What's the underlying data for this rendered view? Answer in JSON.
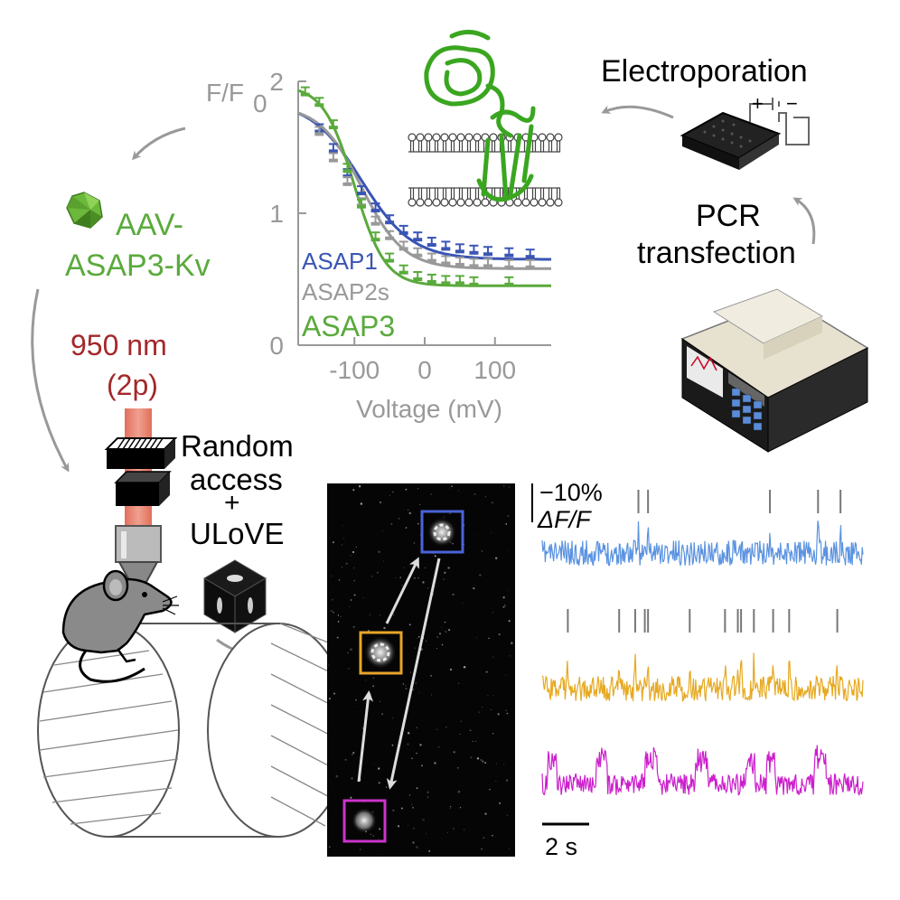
{
  "chart_data": {
    "type": "line",
    "ylabel_main": "F/F",
    "ylabel_sub": "0",
    "xlabel": "Voltage (mV)",
    "xlim": [
      -180,
      180
    ],
    "ylim": [
      0,
      2
    ],
    "x_ticks": [
      -100,
      0,
      100
    ],
    "x_tick_labels": [
      "-100",
      "0",
      "100"
    ],
    "y_ticks": [
      0,
      1,
      2
    ],
    "y_tick_labels": [
      "0",
      "1",
      "2"
    ],
    "series": [
      {
        "name": "ASAP1",
        "color": "#3a55b4",
        "fit": {
          "top": 1.85,
          "bottom": 0.65,
          "v_half": -90,
          "slope": 36
        },
        "points": [
          {
            "x": -150,
            "y": 1.62
          },
          {
            "x": -130,
            "y": 1.47
          },
          {
            "x": -110,
            "y": 1.28
          },
          {
            "x": -90,
            "y": 1.15
          },
          {
            "x": -70,
            "y": 1.02
          },
          {
            "x": -50,
            "y": 0.93
          },
          {
            "x": -30,
            "y": 0.85
          },
          {
            "x": -10,
            "y": 0.8
          },
          {
            "x": 10,
            "y": 0.76
          },
          {
            "x": 30,
            "y": 0.73
          },
          {
            "x": 50,
            "y": 0.71
          },
          {
            "x": 70,
            "y": 0.7
          },
          {
            "x": 90,
            "y": 0.69
          },
          {
            "x": 120,
            "y": 0.68
          },
          {
            "x": 150,
            "y": 0.67
          }
        ]
      },
      {
        "name": "ASAP2s",
        "color": "#999999",
        "fit": {
          "top": 1.82,
          "bottom": 0.58,
          "v_half": -90,
          "slope": 30
        },
        "points": [
          {
            "x": -150,
            "y": 1.6
          },
          {
            "x": -130,
            "y": 1.4
          },
          {
            "x": -110,
            "y": 1.22
          },
          {
            "x": -90,
            "y": 1.06
          },
          {
            "x": -70,
            "y": 0.92
          },
          {
            "x": -50,
            "y": 0.81
          },
          {
            "x": -30,
            "y": 0.73
          },
          {
            "x": -10,
            "y": 0.68
          },
          {
            "x": 10,
            "y": 0.64
          },
          {
            "x": 30,
            "y": 0.62
          },
          {
            "x": 50,
            "y": 0.61
          },
          {
            "x": 70,
            "y": 0.6
          },
          {
            "x": 90,
            "y": 0.6
          },
          {
            "x": 120,
            "y": 0.59
          },
          {
            "x": 150,
            "y": 0.59
          }
        ]
      },
      {
        "name": "ASAP3",
        "color": "#5aaa3c",
        "fit": {
          "top": 1.97,
          "bottom": 0.45,
          "v_half": -100,
          "slope": 22
        },
        "points": [
          {
            "x": -170,
            "y": 1.9
          },
          {
            "x": -150,
            "y": 1.82
          },
          {
            "x": -130,
            "y": 1.65
          },
          {
            "x": -110,
            "y": 1.32
          },
          {
            "x": -90,
            "y": 1.05
          },
          {
            "x": -70,
            "y": 0.8
          },
          {
            "x": -50,
            "y": 0.64
          },
          {
            "x": -30,
            "y": 0.55
          },
          {
            "x": -10,
            "y": 0.5
          },
          {
            "x": 10,
            "y": 0.48
          },
          {
            "x": 30,
            "y": 0.47
          },
          {
            "x": 50,
            "y": 0.47
          },
          {
            "x": 70,
            "y": 0.46
          },
          {
            "x": 120,
            "y": 0.46
          }
        ]
      }
    ]
  },
  "labels": {
    "electroporation": "Electroporation",
    "plus": "+",
    "minus": "−",
    "pcr": "PCR",
    "transfection": "transfection",
    "aav_line1": "AAV-",
    "aav_line2": "ASAP3-Kv",
    "wavelength": "950 nm",
    "two_photon": "(2p)",
    "random": "Random",
    "access": "access",
    "plus_sign": "+",
    "ulove": "ULoVE",
    "scale_pct": "−10%",
    "scale_df": "ΔF/F",
    "scale_time": "2 s"
  },
  "traces": [
    {
      "name": "blue-neuron",
      "color": "#5b93e0",
      "baseline_frac": 0.0,
      "spikes": [
        0.3,
        0.33,
        0.71,
        0.86,
        0.93
      ]
    },
    {
      "name": "orange-neuron",
      "color": "#e6a921",
      "baseline_frac": 0.0,
      "spikes": [
        0.08,
        0.24,
        0.29,
        0.32,
        0.33,
        0.46,
        0.57,
        0.61,
        0.62,
        0.66,
        0.72,
        0.77,
        0.92
      ]
    },
    {
      "name": "magenta-neuron",
      "color": "#cc1fcc",
      "baseline_frac": 0.0,
      "spikes": []
    }
  ],
  "colors": {
    "green": "#5aaa3c",
    "red": "#a3282a",
    "gray": "#999999",
    "beam": "#e8826a",
    "roi_blue": "#4a63d8",
    "roi_orange": "#e6a52a",
    "roi_magenta": "#cc33cc"
  }
}
